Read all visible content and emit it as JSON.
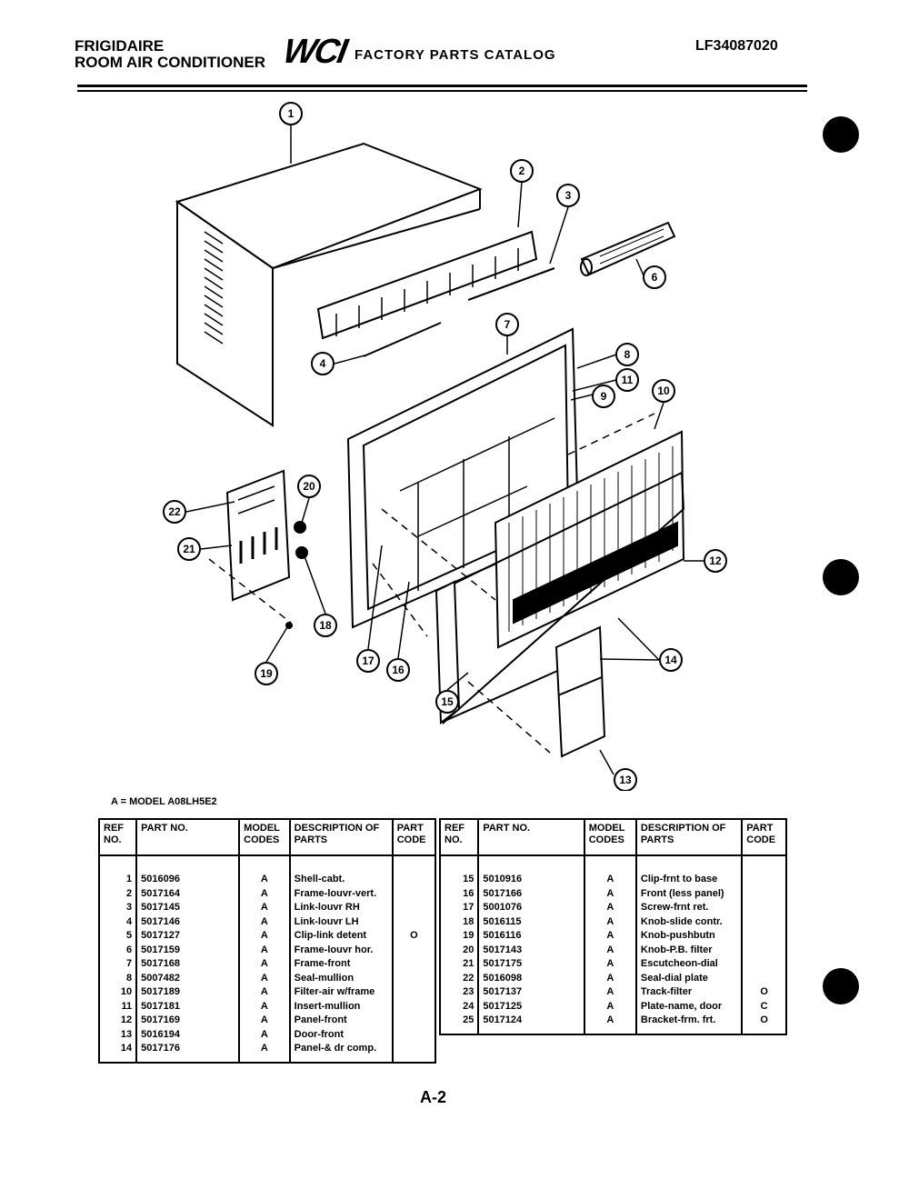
{
  "header": {
    "brand_line1": "FRIGIDAIRE",
    "brand_line2": "ROOM AIR CONDITIONER",
    "logo": "WCI",
    "catalog_title": "FACTORY PARTS CATALOG",
    "document_number": "LF34087020"
  },
  "diagram": {
    "callouts": [
      "1",
      "2",
      "3",
      "6",
      "7",
      "8",
      "11",
      "9",
      "10",
      "4",
      "22",
      "20",
      "21",
      "18",
      "19",
      "17",
      "16",
      "15",
      "12",
      "14",
      "13"
    ]
  },
  "legend": "A = MODEL A08LH5E2",
  "table": {
    "headers": {
      "ref": "REF NO.",
      "part": "PART NO.",
      "model": "MODEL CODES",
      "desc": "DESCRIPTION OF PARTS",
      "code": "PART CODE"
    },
    "left_rows": [
      {
        "ref": "1",
        "part": "5016096",
        "model": "A",
        "desc": "Shell-cabt.",
        "code": ""
      },
      {
        "ref": "2",
        "part": "5017164",
        "model": "A",
        "desc": "Frame-louvr-vert.",
        "code": ""
      },
      {
        "ref": "3",
        "part": "5017145",
        "model": "A",
        "desc": "Link-louvr RH",
        "code": ""
      },
      {
        "ref": "4",
        "part": "5017146",
        "model": "A",
        "desc": "Link-louvr LH",
        "code": ""
      },
      {
        "ref": "5",
        "part": "5017127",
        "model": "A",
        "desc": "Clip-link detent",
        "code": "O"
      },
      {
        "ref": "6",
        "part": "5017159",
        "model": "A",
        "desc": "Frame-louvr hor.",
        "code": ""
      },
      {
        "ref": "7",
        "part": "5017168",
        "model": "A",
        "desc": "Frame-front",
        "code": ""
      },
      {
        "ref": "8",
        "part": "5007482",
        "model": "A",
        "desc": "Seal-mullion",
        "code": ""
      },
      {
        "ref": "10",
        "part": "5017189",
        "model": "A",
        "desc": "Filter-air w/frame",
        "code": ""
      },
      {
        "ref": "11",
        "part": "5017181",
        "model": "A",
        "desc": "Insert-mullion",
        "code": ""
      },
      {
        "ref": "12",
        "part": "5017169",
        "model": "A",
        "desc": "Panel-front",
        "code": ""
      },
      {
        "ref": "13",
        "part": "5016194",
        "model": "A",
        "desc": "Door-front",
        "code": ""
      },
      {
        "ref": "14",
        "part": "5017176",
        "model": "A",
        "desc": "Panel-& dr comp.",
        "code": ""
      }
    ],
    "right_rows": [
      {
        "ref": "15",
        "part": "5010916",
        "model": "A",
        "desc": "Clip-frnt to base",
        "code": ""
      },
      {
        "ref": "16",
        "part": "5017166",
        "model": "A",
        "desc": "Front (less panel)",
        "code": ""
      },
      {
        "ref": "17",
        "part": "5001076",
        "model": "A",
        "desc": "Screw-frnt ret.",
        "code": ""
      },
      {
        "ref": "18",
        "part": "5016115",
        "model": "A",
        "desc": "Knob-slide contr.",
        "code": ""
      },
      {
        "ref": "19",
        "part": "5016116",
        "model": "A",
        "desc": "Knob-pushbutn",
        "code": ""
      },
      {
        "ref": "20",
        "part": "5017143",
        "model": "A",
        "desc": "Knob-P.B. filter",
        "code": ""
      },
      {
        "ref": "21",
        "part": "5017175",
        "model": "A",
        "desc": "Escutcheon-dial",
        "code": ""
      },
      {
        "ref": "22",
        "part": "5016098",
        "model": "A",
        "desc": "Seal-dial plate",
        "code": ""
      },
      {
        "ref": "23",
        "part": "5017137",
        "model": "A",
        "desc": "Track-filter",
        "code": "O"
      },
      {
        "ref": "24",
        "part": "5017125",
        "model": "A",
        "desc": "Plate-name, door",
        "code": "C"
      },
      {
        "ref": "25",
        "part": "5017124",
        "model": "A",
        "desc": "Bracket-frm. frt.",
        "code": "O"
      }
    ]
  },
  "page_number": "A-2"
}
